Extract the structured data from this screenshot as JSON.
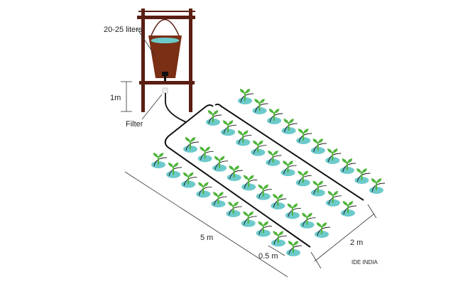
{
  "labels": {
    "volume": "20-25 liters",
    "height": "1m",
    "filter": "Filter",
    "length": "5 m",
    "spacing": "0.5 m",
    "width": "2 m",
    "credit": "IDE INDIA"
  },
  "colors": {
    "frame": "#5a1e12",
    "bucket": "#7b2f15",
    "water": "#6cc9c9",
    "plant_base": "#6ccacb",
    "leaf": "#4fb43a",
    "pipe": "#111111"
  },
  "plants_per_row": 10
}
